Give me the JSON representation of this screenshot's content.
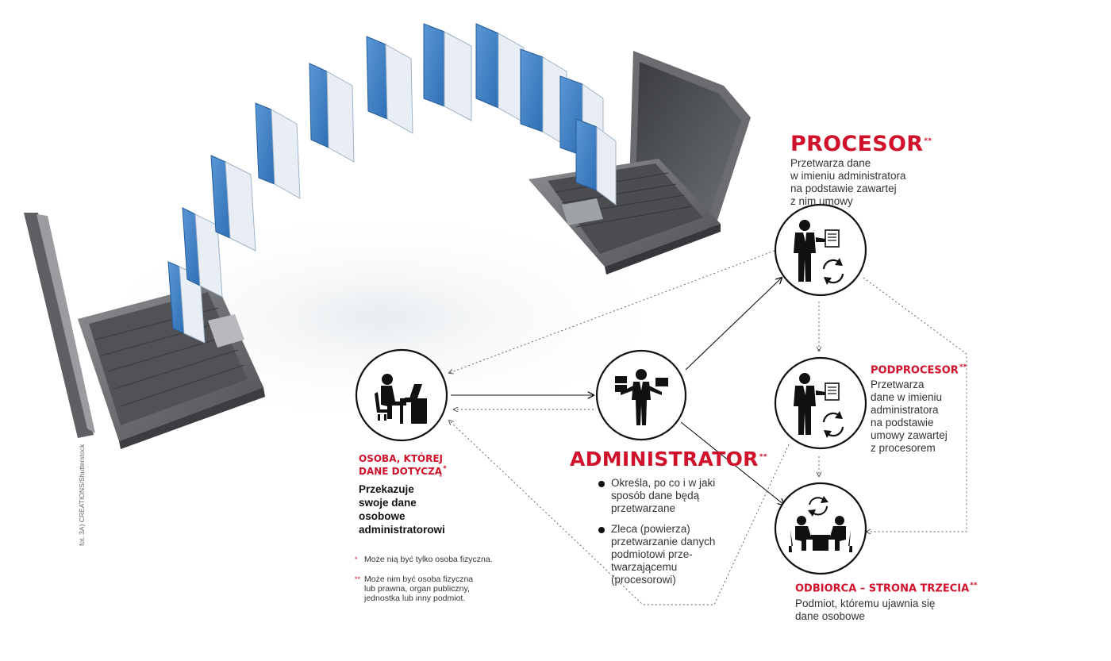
{
  "procesor": {
    "title": "PROCESOR",
    "mark": "**",
    "desc": [
      "Przetwarza dane",
      "w imieniu administratora",
      "na podstawie zawartej",
      "z nim umowy"
    ]
  },
  "podprocesor": {
    "title": "PODPROCESOR",
    "mark": "**",
    "desc": [
      "Przetwarza",
      "dane w imieniu",
      "administratora",
      "na podstawie",
      "umowy zawartej",
      "z procesorem"
    ]
  },
  "administrator": {
    "title": "ADMINISTRATOR",
    "mark": "**",
    "bullets": [
      "Określa, po co i w jaki sposób dane będą przetwarzane",
      "Zleca (powierza) przetwarzanie danych podmiotowi prze- twarzającemu (procesorowi)"
    ]
  },
  "osoba": {
    "title_line1": "OSOBA, KTÓREJ",
    "title_line2": "DANE DOTYCZĄ",
    "mark": "*",
    "desc": [
      "Przekazuje",
      "swoje dane",
      "osobowe",
      "administratorowi"
    ]
  },
  "odbiorca": {
    "title": "ODBIORCA – STRONA TRZECIA",
    "mark": "**",
    "desc": [
      "Podmiot, któremu ujawnia się",
      "dane osobowe"
    ]
  },
  "notes": [
    {
      "mark": "*",
      "text": [
        "Może nią być tylko osoba fizyczna."
      ]
    },
    {
      "mark": "**",
      "text": [
        "Może nim być osoba fizyczna",
        "lub prawna, organ publiczny,",
        "jednostka lub inny podmiot."
      ]
    }
  ],
  "credit": "fot. 3A) CREATIONS/Shutterstock",
  "colors": {
    "accent": "#d0112b",
    "folder": "#3f7fc4",
    "laptop": "#6e7073",
    "circle_stroke": "#111111"
  },
  "icons": {
    "procesor": "businessman-document-cycle-icon",
    "podprocesor": "businessman-document-cycle-icon",
    "administrator": "person-balancing-boxes-icon",
    "osoba": "person-at-desk-computer-icon",
    "odbiorca": "meeting-table-cycle-icon"
  }
}
